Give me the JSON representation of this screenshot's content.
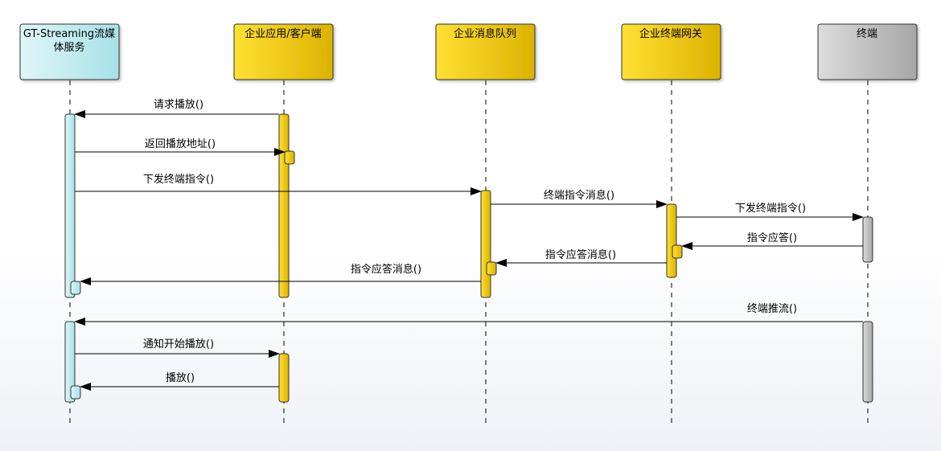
{
  "participants": [
    {
      "id": "gt",
      "lines": [
        "GT-Streaming流媒",
        "体服务"
      ],
      "color": "cyan"
    },
    {
      "id": "app",
      "lines": [
        "企业应用/客户端"
      ],
      "color": "yellow"
    },
    {
      "id": "mq",
      "lines": [
        "企业消息队列"
      ],
      "color": "yellow"
    },
    {
      "id": "gw",
      "lines": [
        "企业终端网关"
      ],
      "color": "yellow"
    },
    {
      "id": "term",
      "lines": [
        "终端"
      ],
      "color": "gray"
    }
  ],
  "messages": [
    {
      "label": "请求播放()"
    },
    {
      "label": "返回播放地址()"
    },
    {
      "label": "下发终端指令()"
    },
    {
      "label": "终端指令消息()"
    },
    {
      "label": "下发终端指令()"
    },
    {
      "label": "指令应答()"
    },
    {
      "label": "指令应答消息()"
    },
    {
      "label": "指令应答消息()"
    },
    {
      "label": "终端推流()"
    },
    {
      "label": "通知开始播放()"
    },
    {
      "label": "播放()"
    }
  ],
  "colors": {
    "cyan_light": "#d9f4f6",
    "cyan_dark": "#a8e2e8",
    "yellow_light": "#ffe34d",
    "yellow_dark": "#e0b600",
    "gray_light": "#d6d6d6",
    "gray_dark": "#a9a9a9",
    "line": "#000000"
  }
}
